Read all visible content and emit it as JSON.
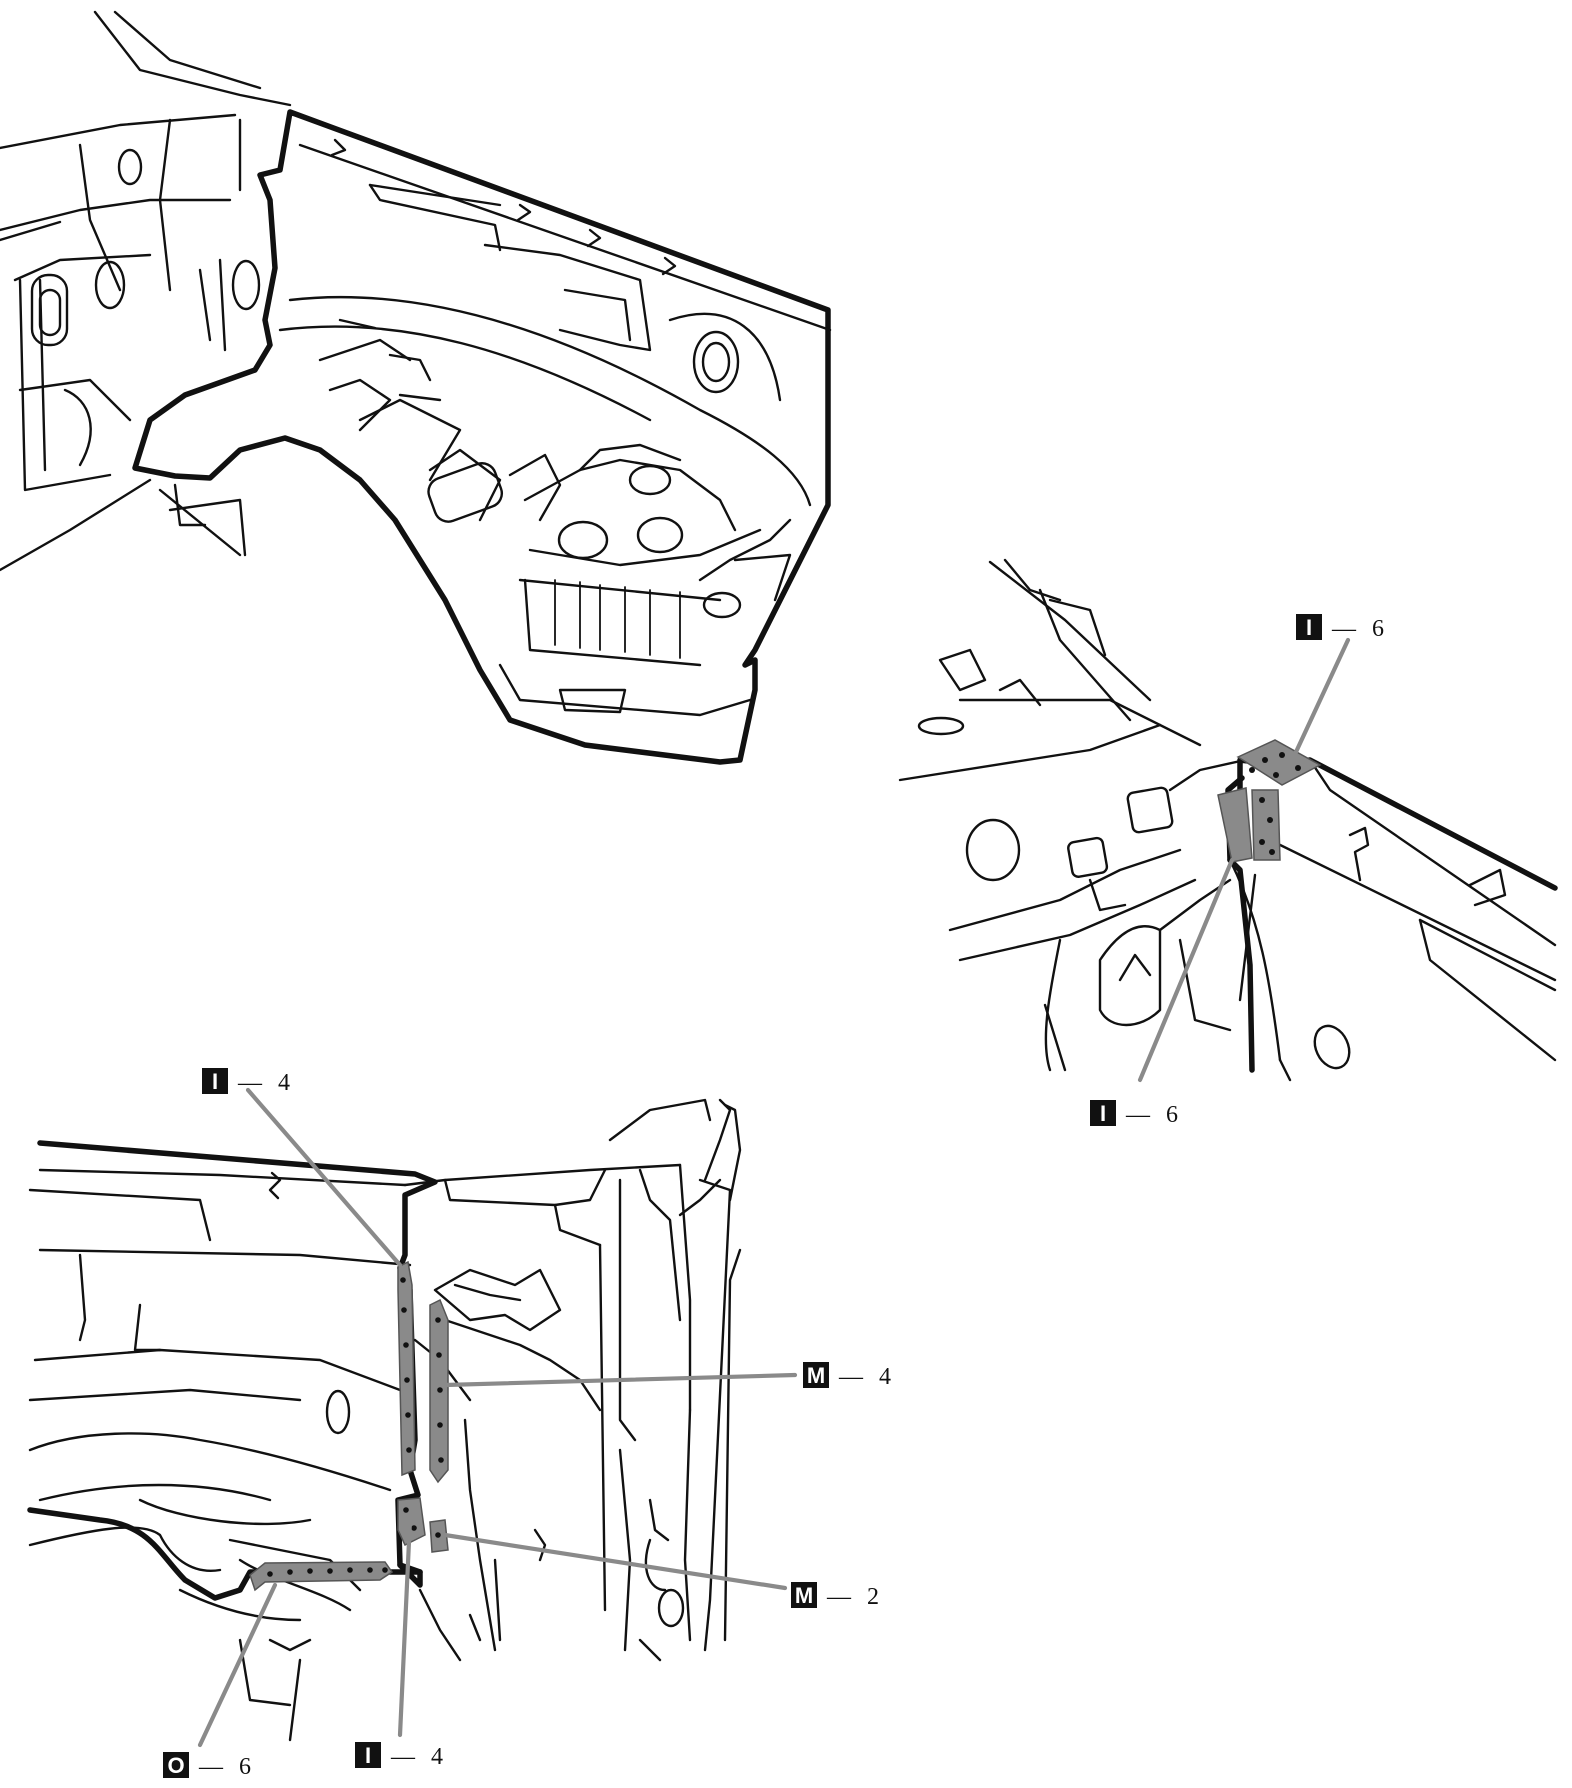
{
  "figures": [
    {
      "name": "upper-left-wheelhouse-view",
      "callouts": []
    },
    {
      "name": "right-rail-joint-view",
      "callouts": [
        {
          "letter": "I",
          "number": "6"
        },
        {
          "letter": "I",
          "number": "6"
        }
      ]
    },
    {
      "name": "lower-left-pillar-view",
      "callouts": [
        {
          "letter": "I",
          "number": "4"
        },
        {
          "letter": "M",
          "number": "4"
        },
        {
          "letter": "M",
          "number": "2"
        },
        {
          "letter": "O",
          "number": "6"
        },
        {
          "letter": "I",
          "number": "4"
        }
      ]
    }
  ],
  "dash": "—",
  "colors": {
    "line": "#111111",
    "weld_area": "#8a8a8a",
    "leader": "#8a8a8a",
    "badge": "#111111"
  },
  "icons": {
    "badge_i": "weld-type-i-icon",
    "badge_m": "weld-type-m-icon",
    "badge_o": "weld-type-o-icon"
  }
}
